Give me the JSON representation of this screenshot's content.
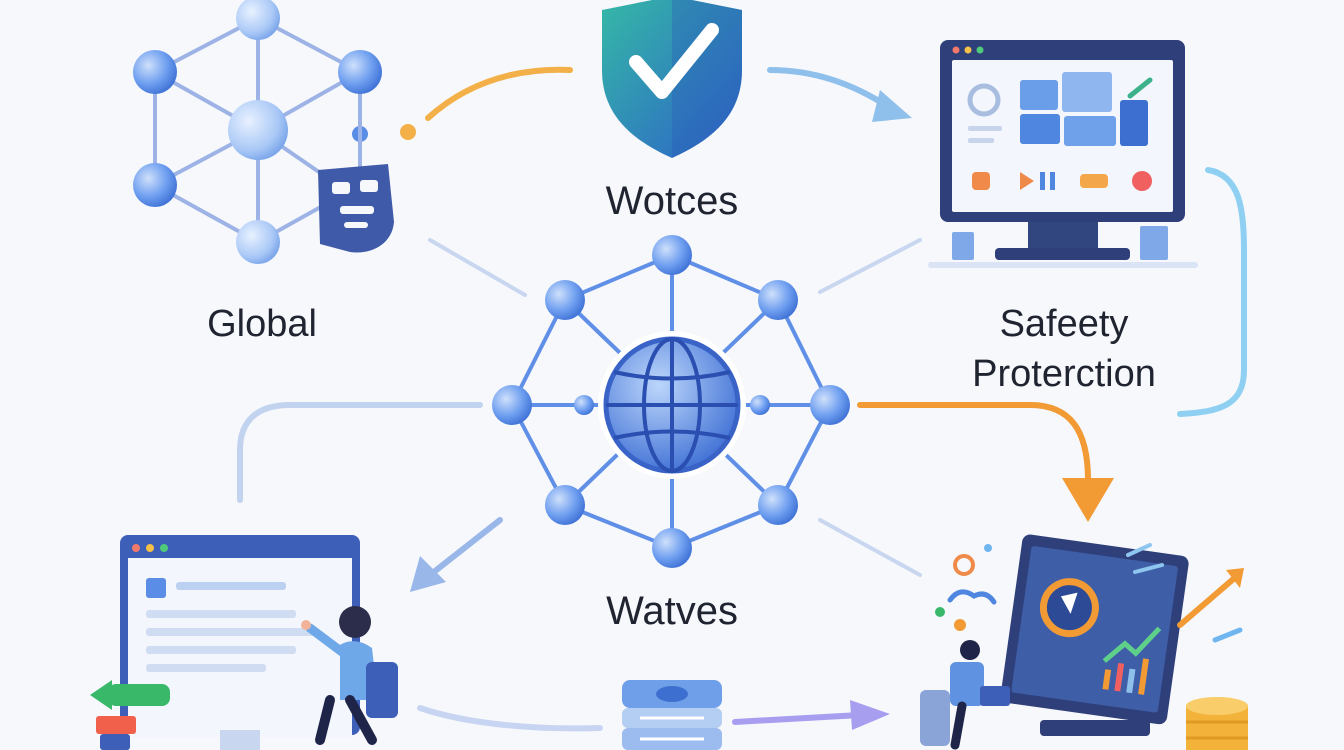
{
  "labels": {
    "global": "Global",
    "top": "Wotces",
    "safety_line1": "Safeety",
    "safety_line2": "Proterction",
    "bottom": "Watves"
  },
  "colors": {
    "background": "#f6f8fc",
    "node_blue": "#4f86e8",
    "node_light": "#9cc2f5",
    "line_blue": "#8fb0e6",
    "arrow_orange": "#f29a34",
    "arrow_light_blue": "#8fc6ef",
    "shield_teal": "#2fa8a8",
    "shield_blue": "#2f6fd0",
    "monitor_frame": "#3a4d8a",
    "text": "#1f2430"
  },
  "icons": {
    "network": "network-graph-icon",
    "shield": "shield-check-icon",
    "monitor": "dashboard-monitor-icon",
    "globe": "globe-icon",
    "browser": "browser-window-icon",
    "analyst": "analytics-monitor-icon",
    "database": "database-stack-icon",
    "coins": "coin-stack-icon"
  }
}
